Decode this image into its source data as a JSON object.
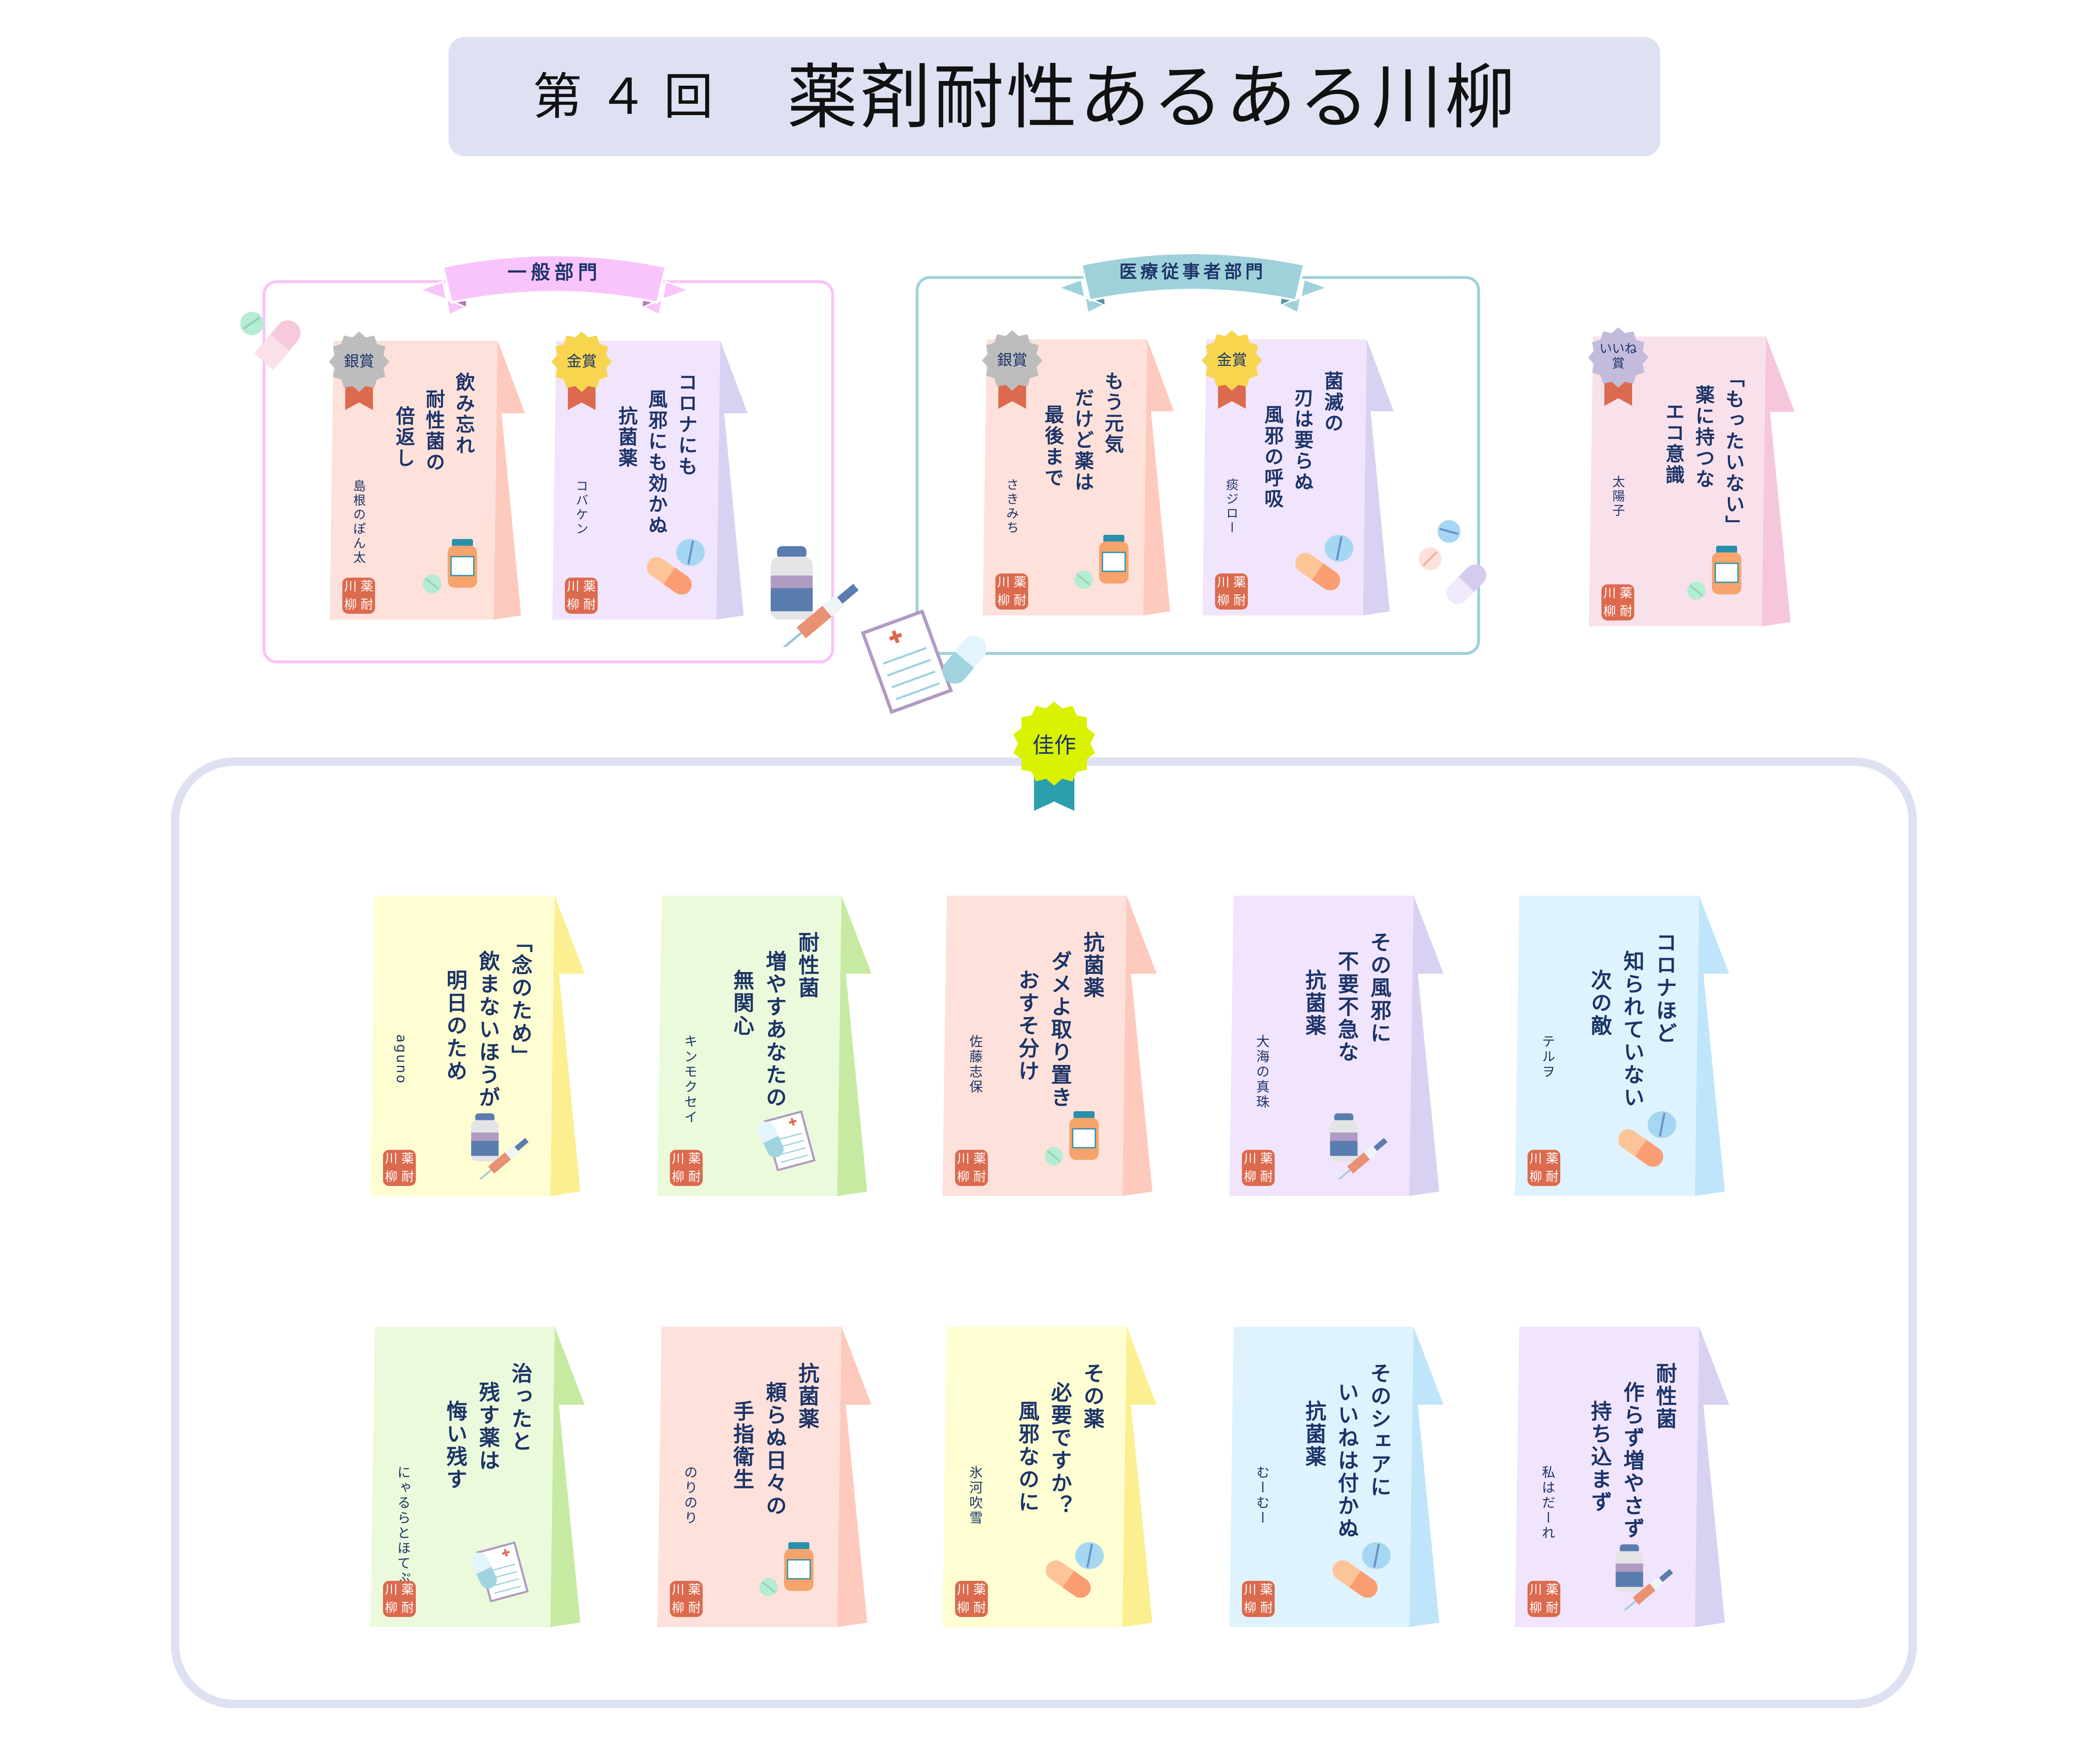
{
  "header": {
    "round": "第４回",
    "title": "薬剤耐性あるある川柳"
  },
  "categories": {
    "general": {
      "label": "一般部門",
      "color": "#f9c4fb",
      "fold_color": "#b678b8"
    },
    "medical": {
      "label": "医療従事者部門",
      "color": "#9fd1db",
      "fold_color": "#4f98a3"
    }
  },
  "stamp": {
    "chars": [
      "川",
      "薬",
      "柳",
      "耐"
    ],
    "color": "#dc6a4e"
  },
  "awards": [
    {
      "category": "general",
      "medal": "銀賞",
      "medal_color": "#bdbdbd",
      "bag_color": "#fde1da",
      "side_color": "#fdcabd",
      "poem": [
        "飲み忘れ",
        "耐性菌の",
        "倍返し"
      ],
      "author": "島根のぽん太",
      "icon": "orange-bottle-icon"
    },
    {
      "category": "general",
      "medal": "金賞",
      "medal_color": "#f7d54e",
      "bag_color": "#f1e4fd",
      "side_color": "#d9d1f1",
      "poem": [
        "コロナにも",
        "風邪にも効かぬ",
        "抗菌薬"
      ],
      "author": "コバケン",
      "icon": "capsule-tablet-icon"
    },
    {
      "category": "medical",
      "medal": "銀賞",
      "medal_color": "#bdbdbd",
      "bag_color": "#fde1da",
      "side_color": "#fdcabd",
      "poem": [
        "もう元気",
        "だけど薬は",
        "最後まで"
      ],
      "author": "さきみち",
      "icon": "orange-bottle-icon"
    },
    {
      "category": "medical",
      "medal": "金賞",
      "medal_color": "#f7d54e",
      "bag_color": "#f1e4fd",
      "side_color": "#d9d1f1",
      "poem": [
        "菌滅の",
        "刃は要らぬ",
        "風邪の呼吸"
      ],
      "author": "痰ジロー",
      "icon": "capsule-tablet-icon"
    },
    {
      "category": "like",
      "medal": "いいね\n賞",
      "medal_color": "#c2bbdc",
      "bag_color": "#f9e1ec",
      "side_color": "#f6c6dc",
      "poem": [
        "「もったいない」",
        "薬に持つな",
        "エコ意識"
      ],
      "author": "太陽子",
      "icon": "orange-bottle-icon"
    }
  ],
  "honorable": {
    "badge": "佳作",
    "badge_color": "#d9f200",
    "ribbon_color": "#2b9fab",
    "entries": [
      {
        "poem": [
          "「念のため」",
          "飲まないほうが",
          "明日のため"
        ],
        "author": "aguno",
        "bag_color": "#fefed2",
        "side_color": "#fbef91",
        "icon": "vial-syringe-icon"
      },
      {
        "poem": [
          "耐性菌",
          "増やすあなたの",
          "無関心"
        ],
        "author": "キンモクセイ",
        "bag_color": "#eafadb",
        "side_color": "#c6eaa2",
        "icon": "prescription-icon"
      },
      {
        "poem": [
          "抗菌薬",
          "ダメよ取り置き",
          "おすそ分け"
        ],
        "author": "佐藤志保",
        "bag_color": "#fde1da",
        "side_color": "#fdcabd",
        "icon": "orange-bottle-icon"
      },
      {
        "poem": [
          "その風邪に",
          "不要不急な",
          "抗菌薬"
        ],
        "author": "大海の真珠",
        "bag_color": "#f1e4fd",
        "side_color": "#d9d1f1",
        "icon": "vial-syringe-icon"
      },
      {
        "poem": [
          "コロナほど",
          "知られていない",
          "次の敵"
        ],
        "author": "テルヲ",
        "bag_color": "#def3fd",
        "side_color": "#bfe5fb",
        "icon": "capsule-tablet-icon"
      },
      {
        "poem": [
          "治ったと",
          "残す薬は",
          "悔い残す"
        ],
        "author": "にゃるらとほてぷ",
        "bag_color": "#eafadb",
        "side_color": "#c6eaa2",
        "icon": "prescription-icon"
      },
      {
        "poem": [
          "抗菌薬",
          "頼らぬ日々の",
          "手指衛生"
        ],
        "author": "のりのり",
        "bag_color": "#fde1da",
        "side_color": "#fdcabd",
        "icon": "orange-bottle-icon"
      },
      {
        "poem": [
          "その薬",
          "必要ですか？",
          "風邪なのに"
        ],
        "author": "氷河吹雪",
        "bag_color": "#fefed2",
        "side_color": "#fbef91",
        "icon": "capsule-tablet-icon"
      },
      {
        "poem": [
          "そのシェアに",
          "いいねは付かぬ",
          "抗菌薬"
        ],
        "author": "むーむー",
        "bag_color": "#def3fd",
        "side_color": "#bfe5fb",
        "icon": "capsule-tablet-icon"
      },
      {
        "poem": [
          "耐性菌",
          "作らず増やさず",
          "持ち込まず"
        ],
        "author": "私はだーれ",
        "bag_color": "#f1e4fd",
        "side_color": "#d9d1f1",
        "icon": "vial-syringe-icon"
      }
    ]
  },
  "colors": {
    "text": "#1c3468",
    "header_bg": "#dee1f1",
    "section_border": "#dee1f1",
    "medal_ribbon": "#dc6a4e"
  }
}
